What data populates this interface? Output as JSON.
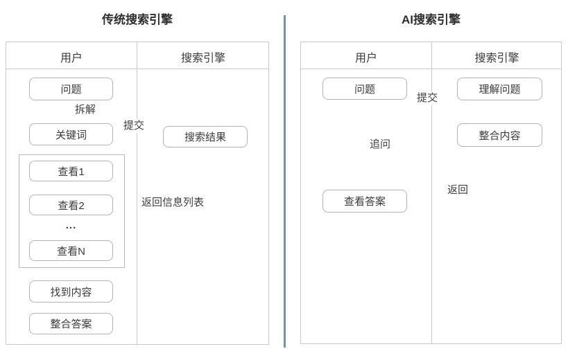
{
  "page": {
    "background_color": "#ffffff",
    "divider_color": "#6f96ad",
    "box_border_color": "#b3b3b3",
    "arrow_color": "#9a9a9a"
  },
  "left": {
    "title": "传统搜索引擎",
    "header": {
      "user": "用户",
      "engine": "搜索引擎"
    },
    "nodes": {
      "question": "问题",
      "keywords": "关键词",
      "search_results": "搜索结果",
      "view_1": "查看1",
      "view_2": "查看2",
      "ellipsis": "...",
      "view_n": "查看N",
      "found_content": "找到内容",
      "integrate_answer": "整合答案"
    },
    "edges": {
      "decompose": "拆解",
      "submit": "提交",
      "return_list": "返回信息列表"
    }
  },
  "right": {
    "title": "AI搜索引擎",
    "header": {
      "user": "用户",
      "engine": "搜索引擎"
    },
    "nodes": {
      "question": "问题",
      "understand_question": "理解问题",
      "integrate_content": "整合内容",
      "view_answer": "查看答案"
    },
    "edges": {
      "submit": "提交",
      "return": "返回",
      "follow_up": "追问"
    }
  }
}
